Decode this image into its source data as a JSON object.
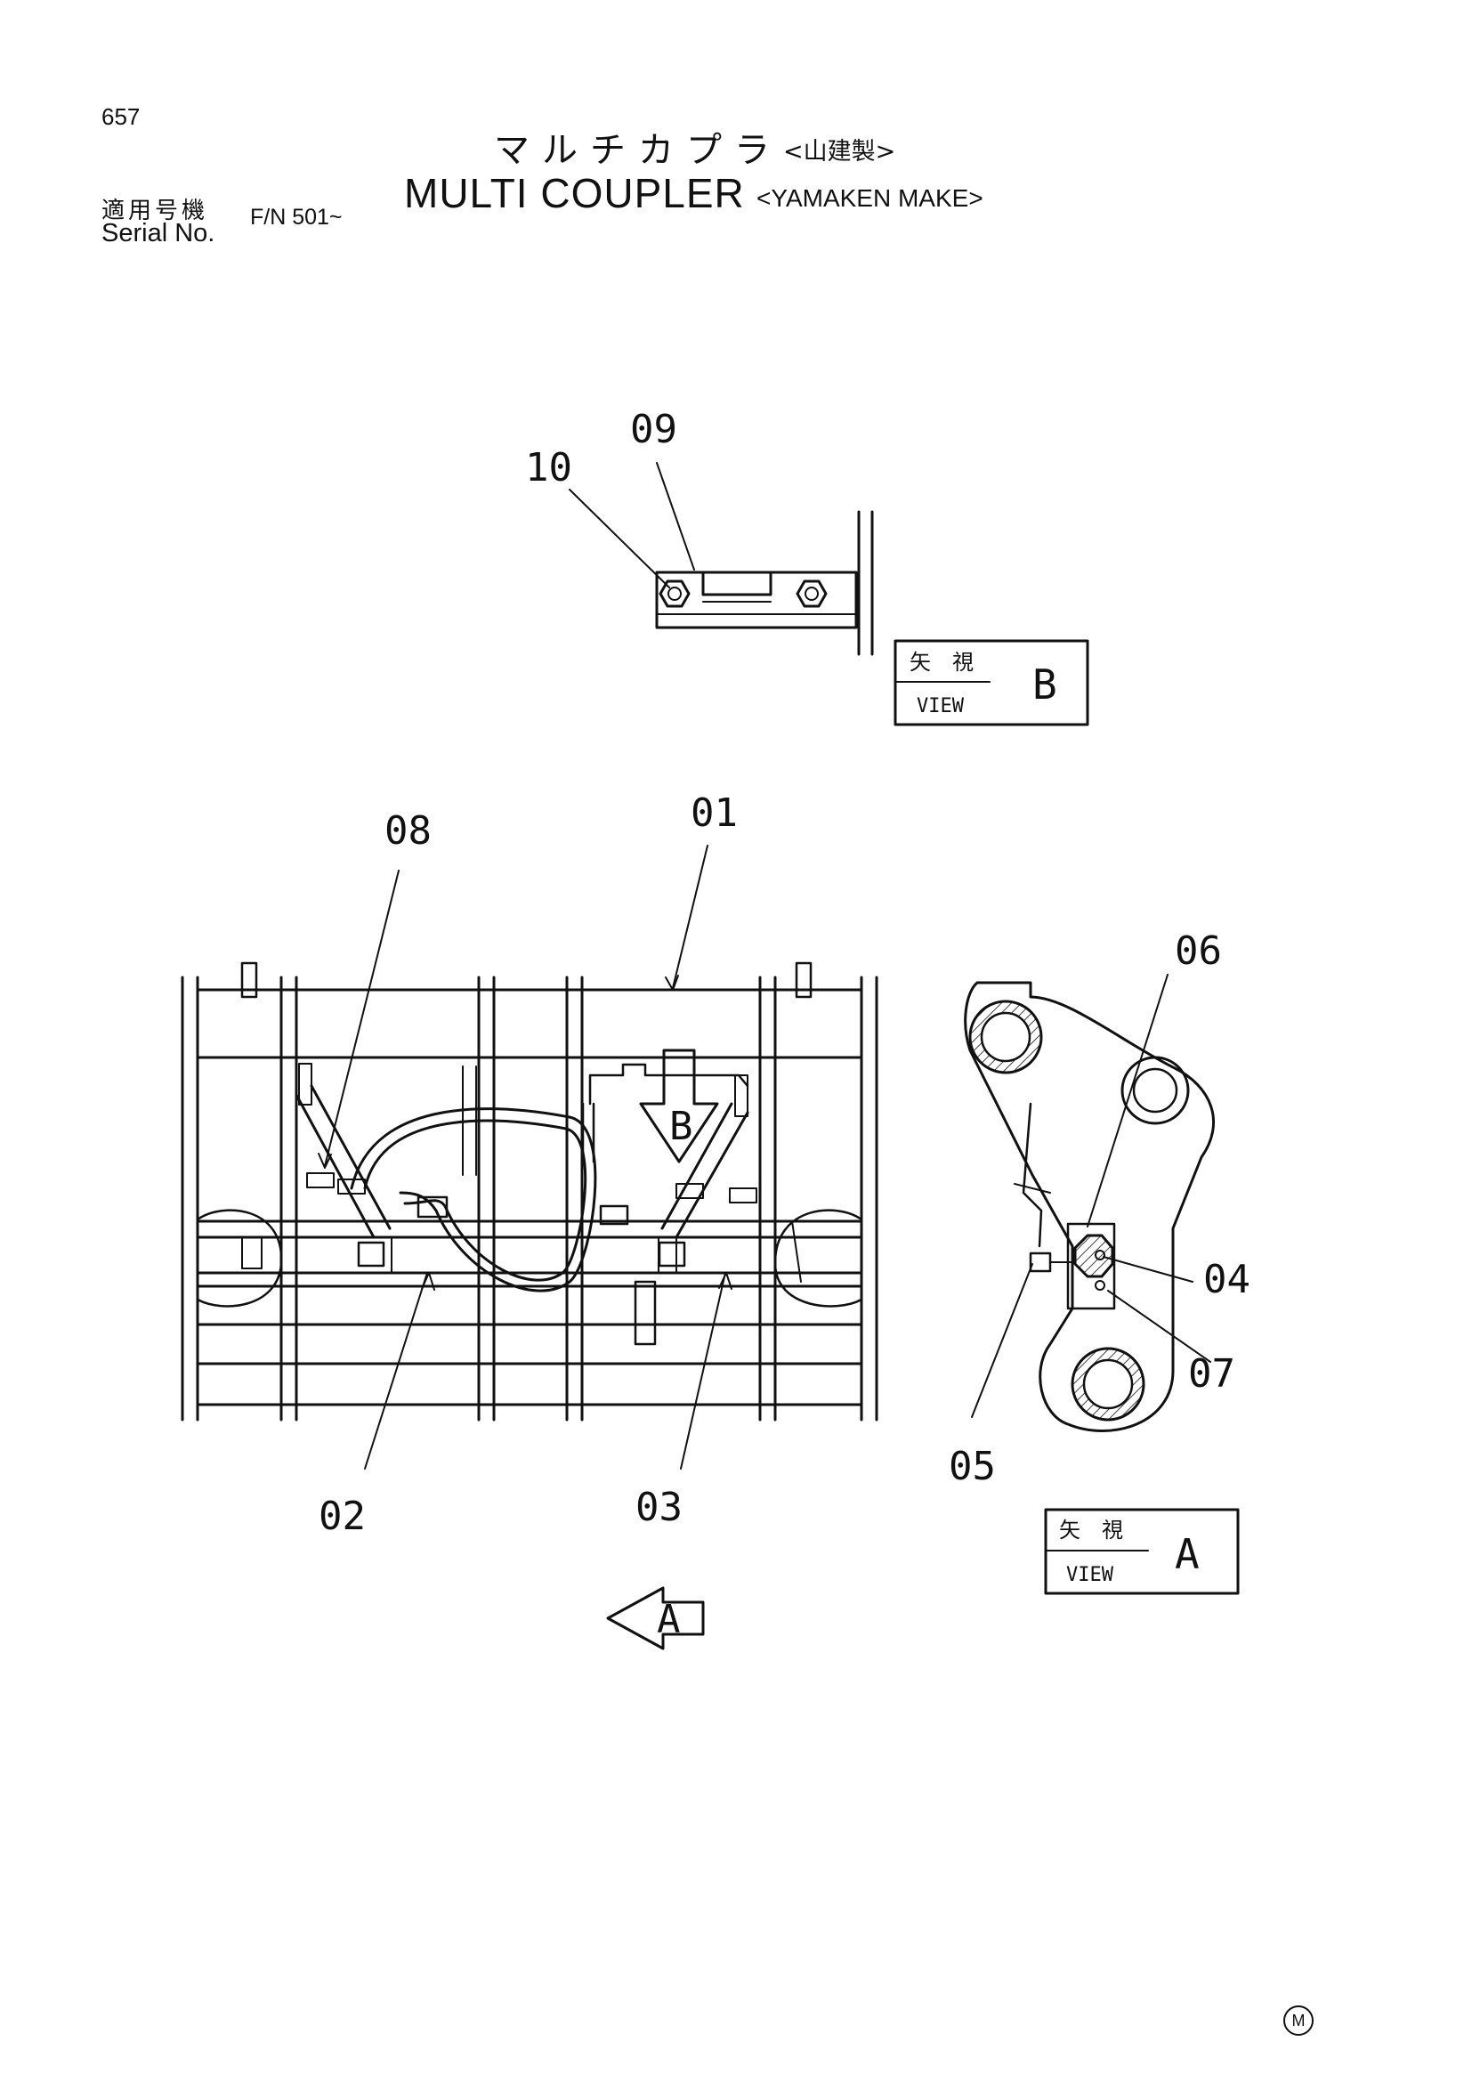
{
  "header": {
    "page_number": "657",
    "title_jp": "マルチカプラ",
    "title_jp_sub": "<山建製>",
    "title_en": "MULTI COUPLER",
    "title_en_sub": "<YAMAKEN MAKE>",
    "serial_jp": "適用号機",
    "serial_en": "Serial No.",
    "serial_value": "F/N 501~"
  },
  "callouts": {
    "c01": "01",
    "c02": "02",
    "c03": "03",
    "c04": "04",
    "c05": "05",
    "c06": "06",
    "c07": "07",
    "c08": "08",
    "c09": "09",
    "c10": "10"
  },
  "view_boxes": {
    "b": {
      "jp": "矢　視",
      "en": "VIEW",
      "letter": "B"
    },
    "a": {
      "jp": "矢　視",
      "en": "VIEW",
      "letter": "A"
    }
  },
  "arrows": {
    "b_letter": "B",
    "a_letter": "A"
  },
  "footer": {
    "mark": "M"
  }
}
